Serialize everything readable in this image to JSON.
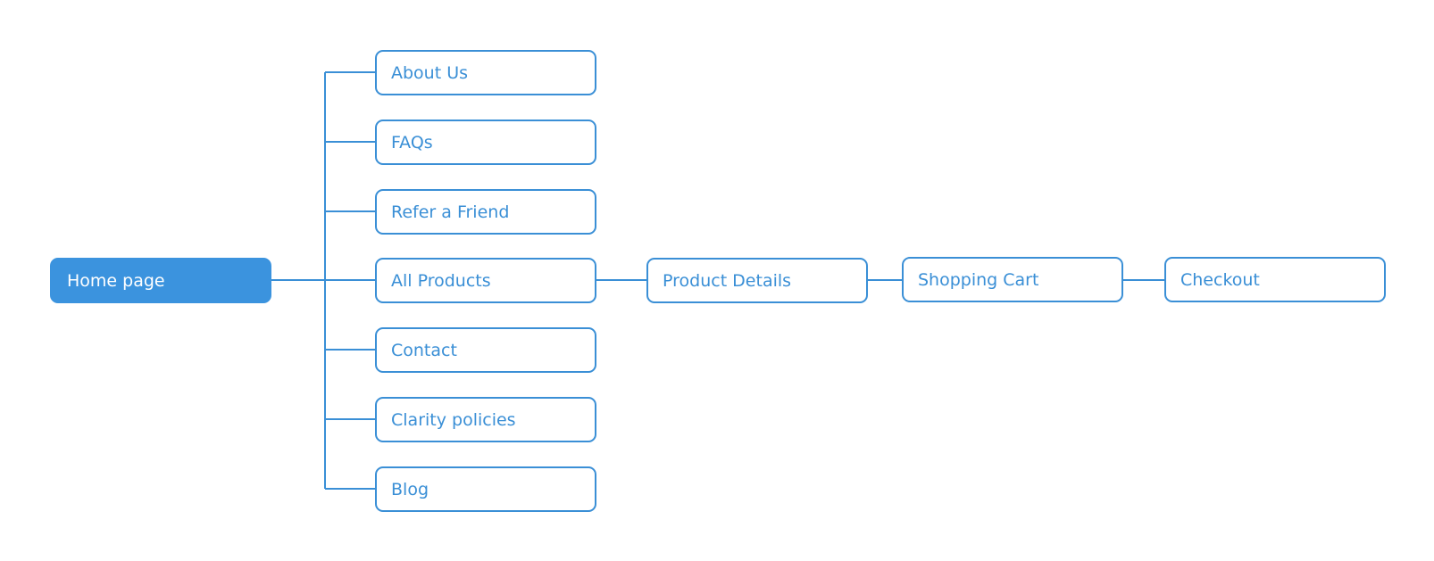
{
  "root": {
    "label": "Home page"
  },
  "branches": [
    {
      "label": "About Us"
    },
    {
      "label": "FAQs"
    },
    {
      "label": "Refer a Friend"
    },
    {
      "label": "All Products"
    },
    {
      "label": "Contact"
    },
    {
      "label": "Clarity policies"
    },
    {
      "label": "Blog"
    }
  ],
  "flow": [
    {
      "label": "Product Details"
    },
    {
      "label": "Shopping Cart"
    },
    {
      "label": "Checkout"
    }
  ],
  "colors": {
    "accent": "#3b93de",
    "line": "#3a8fd6",
    "root_text": "#ffffff"
  }
}
